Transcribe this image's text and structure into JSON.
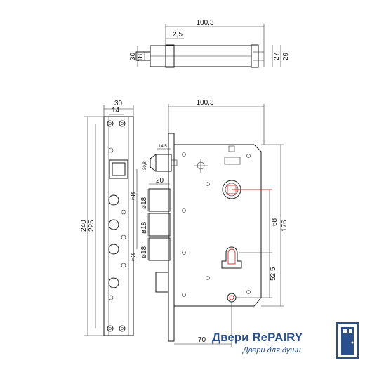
{
  "top_view": {
    "dims": {
      "length": "100,3",
      "offset": "2,5",
      "height_left_outer": "30",
      "height_left_inner": "18",
      "height_right_inner": "27",
      "height_right_outer": "29"
    }
  },
  "faceplate": {
    "dims": {
      "width": "30",
      "inner_width": "14",
      "total_height": "240",
      "screw_spacing": "225",
      "spacing_upper": "68",
      "spacing_lower": "63"
    }
  },
  "latch": {
    "dims": {
      "width": "14,5",
      "height": "30,8"
    }
  },
  "bolts": {
    "dims": {
      "projection": "20",
      "dia_1": "ø18",
      "dia_2": "ø18",
      "dia_3": "ø18"
    }
  },
  "lock_body": {
    "dims": {
      "length": "100,3",
      "spindle_to_cylinder": "68",
      "body_height": "176",
      "cylinder_to_bottom": "52,5",
      "backset": "70"
    }
  },
  "brand": {
    "title": "Двери RePAIRY",
    "subtitle": "Двери для души",
    "accent_color": "#2a4f8a",
    "marker_color": "#e03030"
  },
  "icons": {
    "logo": "door-icon"
  }
}
